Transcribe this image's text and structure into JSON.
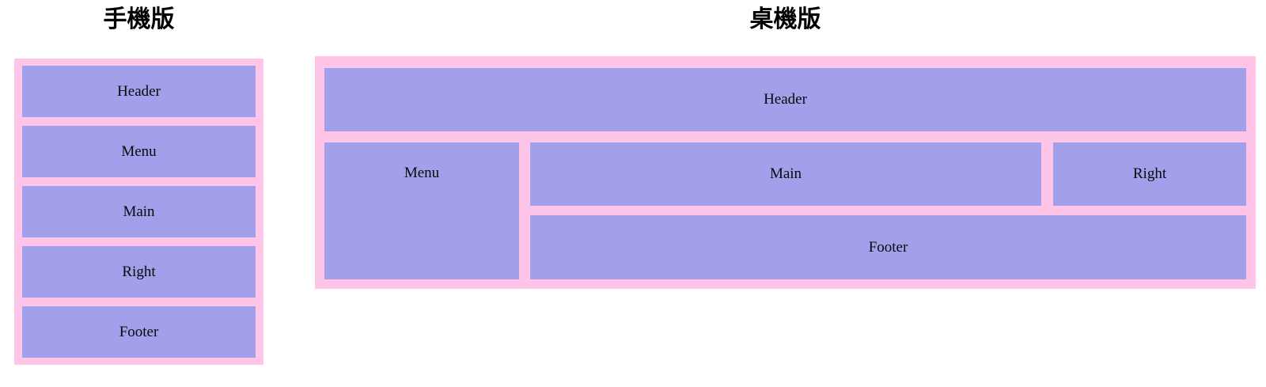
{
  "colors": {
    "page_bg": "#ffffff",
    "frame_pink": "#ffc5e8",
    "box_purple": "#a2a0ea",
    "text": "#0a0a0a",
    "title": "#000000"
  },
  "mobile": {
    "title": "手機版",
    "boxes": [
      "Header",
      "Menu",
      "Main",
      "Right",
      "Footer"
    ]
  },
  "desktop": {
    "title": "桌機版",
    "boxes": {
      "header": "Header",
      "menu": "Menu",
      "main": "Main",
      "right": "Right",
      "footer": "Footer"
    }
  }
}
